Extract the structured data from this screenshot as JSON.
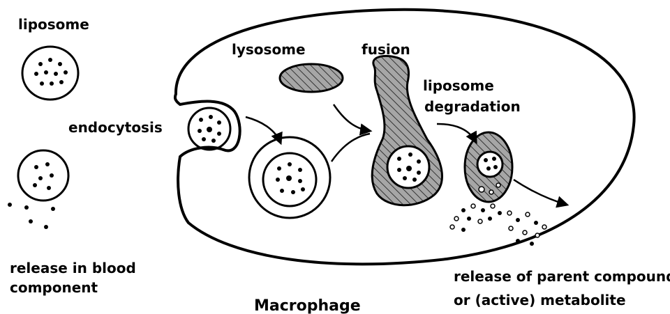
{
  "labels": {
    "liposome": "liposome",
    "lysosome": "lysosome",
    "fusion": "fusion",
    "liposome_degradation_line1": "liposome",
    "liposome_degradation_line2": "degradation",
    "endocytosis": "endocytosis",
    "release_blood_line1": "release in blood",
    "release_blood_line2": "component",
    "release_parent_line1": "release of parent compound",
    "release_parent_line2": "or (active) metabolite",
    "macrophage": "Macrophage"
  },
  "colors": {
    "ink": "#000000",
    "hatch_fill": "#9a9a9a",
    "background": "#ffffff"
  }
}
